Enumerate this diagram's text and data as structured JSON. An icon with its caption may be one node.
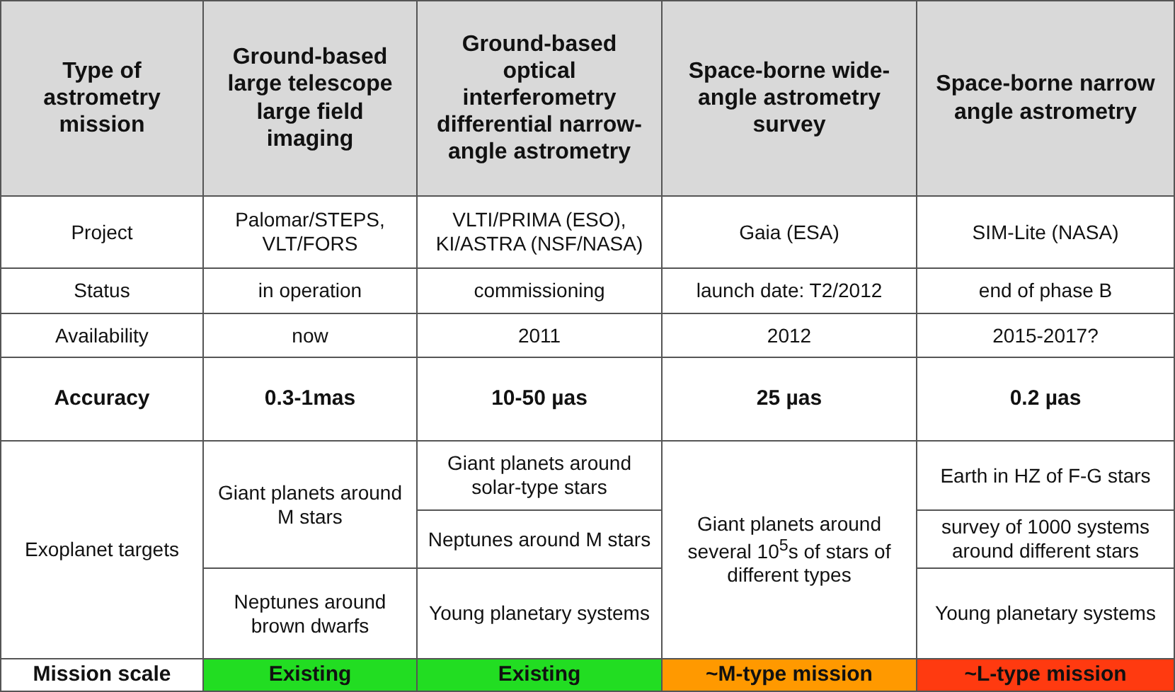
{
  "diagram": {
    "labels": [
      "Type of astrometry mission",
      "Ground-based large telescope large field imaging",
      "Ground-based optical interferometry differential narrow-angle astrometry",
      "Space-borne wide-angle astrometry survey",
      "Space-borne narrow angle astrometry",
      "Project",
      "Palomar/STEPS, VLT/FORS",
      "VLTI/PRIMA (ESO), KI/ASTRA (NSF/NASA)",
      "Gaia (ESA)",
      "SIM-Lite (NASA)",
      "Status",
      "in operation",
      "commissioning",
      "launch date: T2/2012",
      "end of phase B",
      "Availability",
      "now",
      "2011",
      "2012",
      "2015-2017?",
      "Accuracy",
      "0.3-1mas",
      "10-50 µas",
      "25 µas",
      "0.2 µas",
      "Exoplanet targets",
      "Giant planets around M stars",
      "Giant planets around solar-type stars",
      "Giant planets around several 10$^{5}$s of stars of different types",
      "Earth in HZ of F-G stars",
      "Neptunes around M stars",
      "survey of 1000 systems around different stars",
      "Neptunes around brown dwarfs",
      "Young planetary systems",
      "Young planetary systems",
      "Mission scale",
      "Existing",
      "Existing",
      "~M-type mission",
      "~L-type mission"
    ]
  }
}
